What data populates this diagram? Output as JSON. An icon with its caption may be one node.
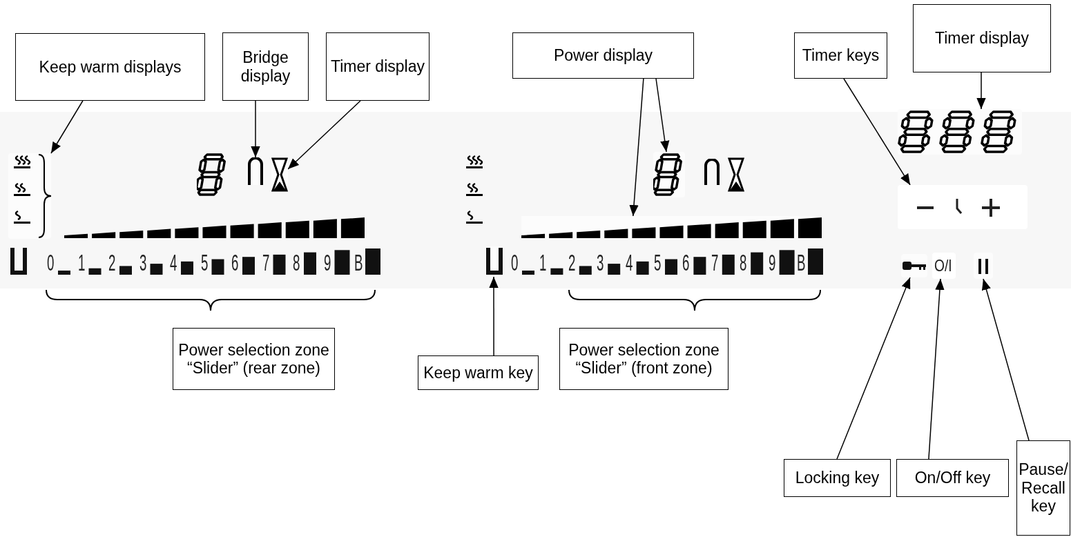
{
  "diagram": {
    "nodes": [
      {
        "text": [
          "Keep warm displays"
        ]
      },
      {
        "text": [
          "Bridge display"
        ]
      },
      {
        "text": [
          "Timer display"
        ]
      },
      {
        "text": [
          "Power display"
        ]
      },
      {
        "text": [
          "Timer keys"
        ]
      },
      {
        "text": [
          "Timer display"
        ]
      },
      {
        "text": [],
        "shape": "box"
      },
      {
        "text": [],
        "shape": "box"
      },
      {
        "text": [],
        "shape": "box"
      },
      {
        "text": [],
        "shape": "bar"
      },
      {
        "text": [],
        "shape": "box"
      },
      {
        "text": [],
        "shape": "box"
      },
      {
        "text": [],
        "shape": "box"
      },
      {
        "text": [],
        "shape": "box"
      },
      {
        "text": [],
        "shape": "box"
      },
      {
        "text": [],
        "shape": "box"
      },
      {
        "text": [],
        "shape": "box"
      },
      {
        "text": [
          "Power selection zone “Slider” (rear zone)"
        ]
      },
      {
        "text": [
          "Keep warm key"
        ]
      },
      {
        "text": [
          "Power selection zone “Slider” (front zone)"
        ]
      },
      {
        "text": [
          "Locking key"
        ]
      },
      {
        "text": [
          "On/Off key"
        ]
      },
      {
        "text": [
          "Pause/ Recall key"
        ]
      }
    ],
    "edges": [
      {
        "from": 0,
        "to": 6,
        "arrow": "to"
      },
      {
        "from": 1,
        "to": 7,
        "arrow": "to"
      },
      {
        "from": 2,
        "to": 8,
        "arrow": "to"
      },
      {
        "from": 3,
        "to": 9,
        "arrow": "to"
      },
      {
        "from": 3,
        "to": 10,
        "arrow": "to"
      },
      {
        "from": 4,
        "to": 11,
        "arrow": "to"
      },
      {
        "from": 5,
        "to": 12,
        "arrow": "to"
      },
      {
        "from": 18,
        "to": 13,
        "arrow": "to"
      },
      {
        "from": 20,
        "to": 14,
        "arrow": "to"
      },
      {
        "from": 21,
        "to": 15,
        "arrow": "to"
      },
      {
        "from": 22,
        "to": 16,
        "arrow": "to"
      }
    ],
    "labels": [
      "0",
      "1",
      "2",
      "3",
      "4",
      "5",
      "6",
      "7",
      "8",
      "9",
      "B",
      "0",
      "1",
      "2",
      "3",
      "4",
      "5",
      "6",
      "7",
      "8",
      "9",
      "B",
      "O/I"
    ]
  }
}
